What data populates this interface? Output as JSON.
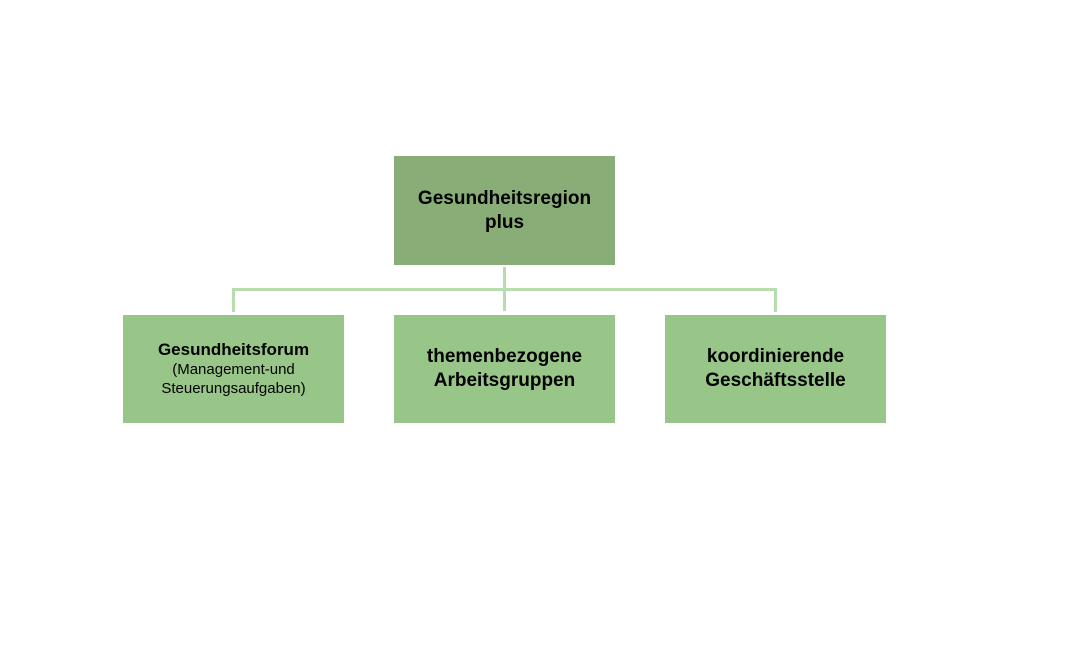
{
  "diagram": {
    "root": {
      "line1": "Gesundheitsregion",
      "line2": "plus"
    },
    "children": [
      {
        "title": "Gesundheitsforum",
        "subtitle_line1": "(Management-und",
        "subtitle_line2": "Steuerungsaufgaben)"
      },
      {
        "line1": "themenbezogene",
        "line2": "Arbeitsgruppen"
      },
      {
        "line1": "koordinierende",
        "line2": "Geschäftsstelle"
      }
    ],
    "colors": {
      "root_fill": "#88ad77",
      "child_fill": "#98c688",
      "connector": "#b7dcae"
    }
  }
}
